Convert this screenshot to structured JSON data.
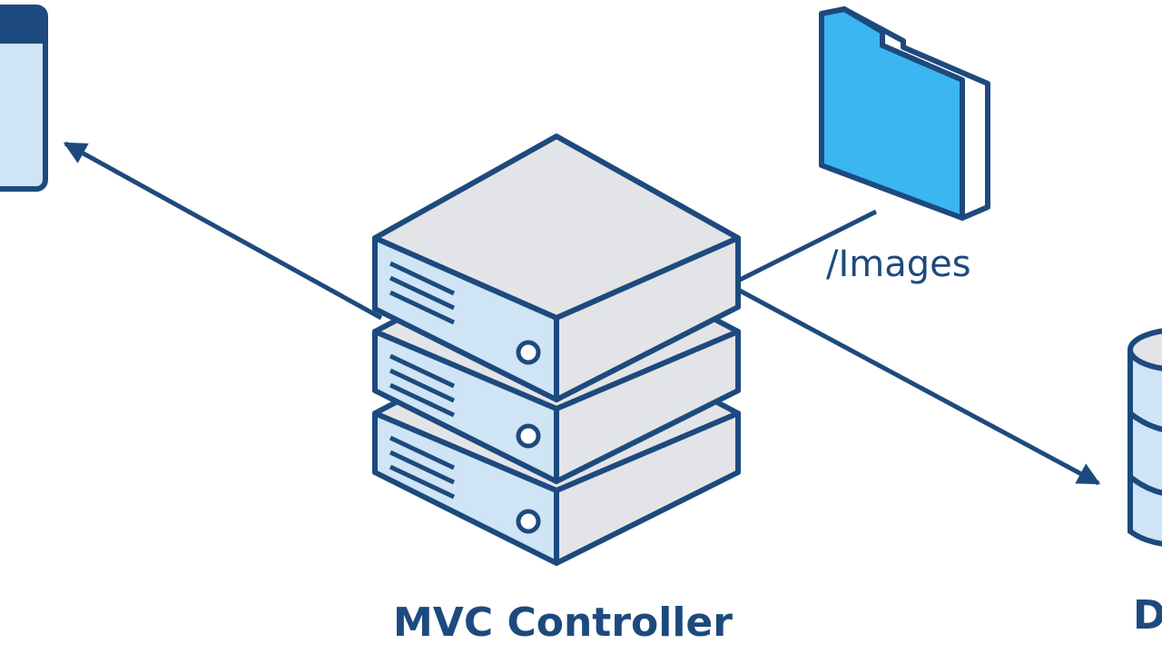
{
  "diagram": {
    "labels": {
      "controller": "MVC Controller",
      "images_folder": "/Images",
      "database_partial": "D"
    },
    "icons": {
      "server_stack": "server-stack-icon",
      "folder": "folder-icon",
      "browser_window": "browser-window-icon",
      "database": "database-icon"
    },
    "colors": {
      "stroke": "#1d4a7e",
      "server_top": "#e3e4e7",
      "server_front": "#cfe4f5",
      "folder_fill": "#3bb6f0",
      "panel_light": "#cfe4f5",
      "background": "#ffffff"
    }
  }
}
